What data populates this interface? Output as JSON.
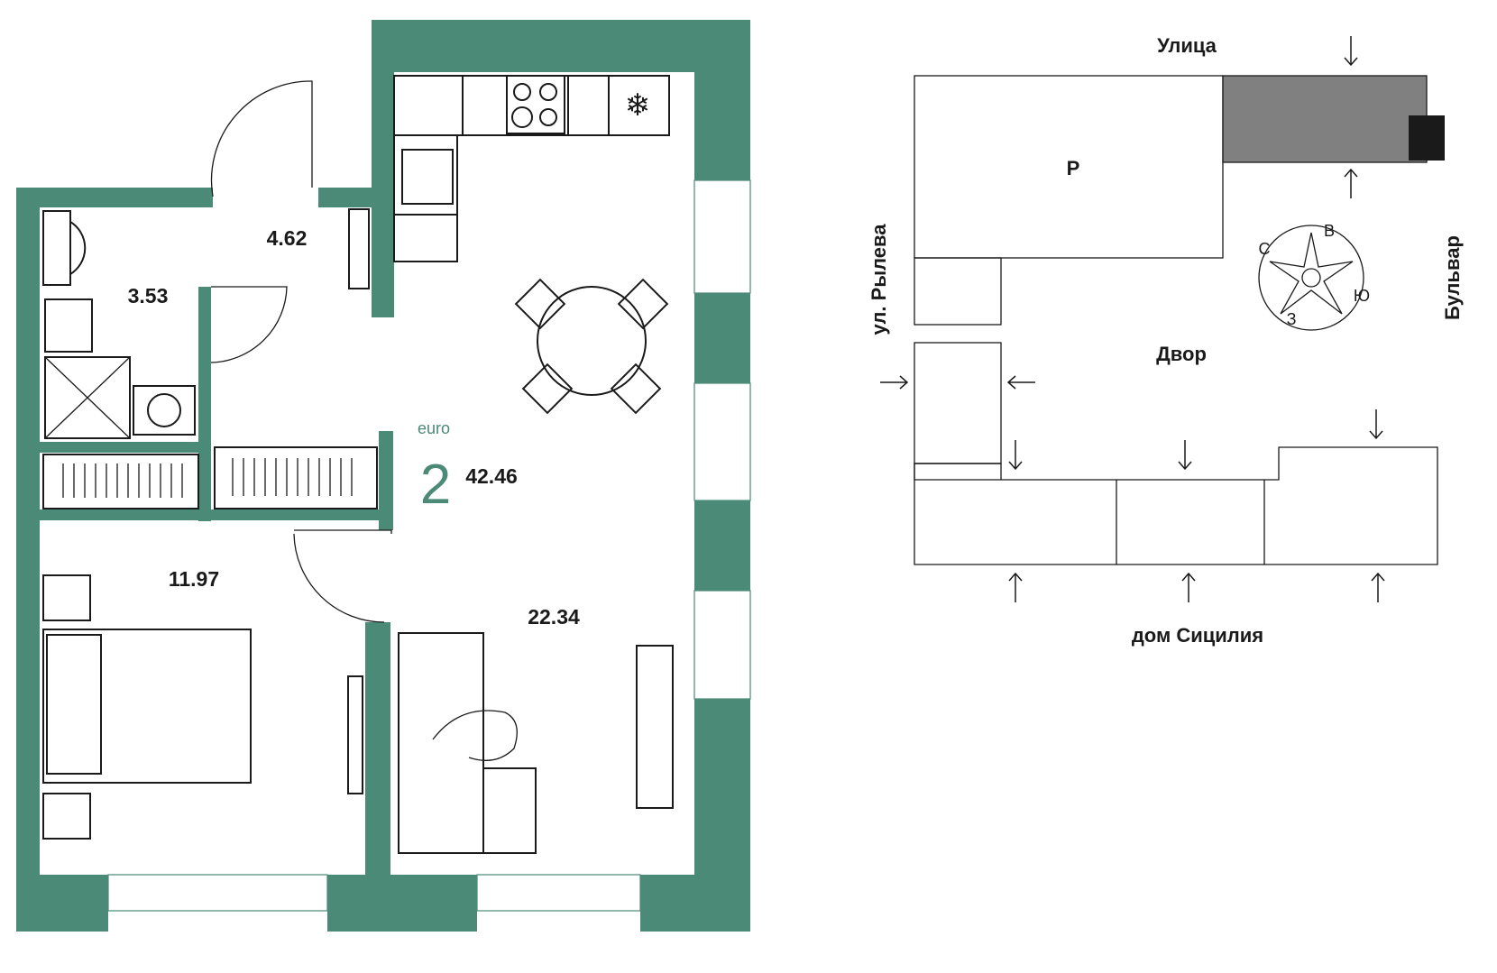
{
  "plan": {
    "type_label": "euro",
    "rooms_count": "2",
    "total_area": "42.46",
    "rooms": [
      {
        "id": "hall",
        "area": "4.62"
      },
      {
        "id": "bathroom",
        "area": "3.53"
      },
      {
        "id": "bedroom",
        "area": "11.97"
      },
      {
        "id": "kitchen-living",
        "area": "22.34"
      }
    ]
  },
  "site": {
    "street_top": "Улица",
    "street_left": "ул. Рылева",
    "street_right": "Бульвар",
    "courtyard": "Двор",
    "building_bottom": "дом Сицилия",
    "parking_label": "Р"
  },
  "compass": {
    "n": "С",
    "e": "В",
    "s": "Ю",
    "w": "З"
  },
  "colors": {
    "wall": "#4b8a76",
    "highlight": "#808080",
    "line": "#1a1a1a"
  }
}
